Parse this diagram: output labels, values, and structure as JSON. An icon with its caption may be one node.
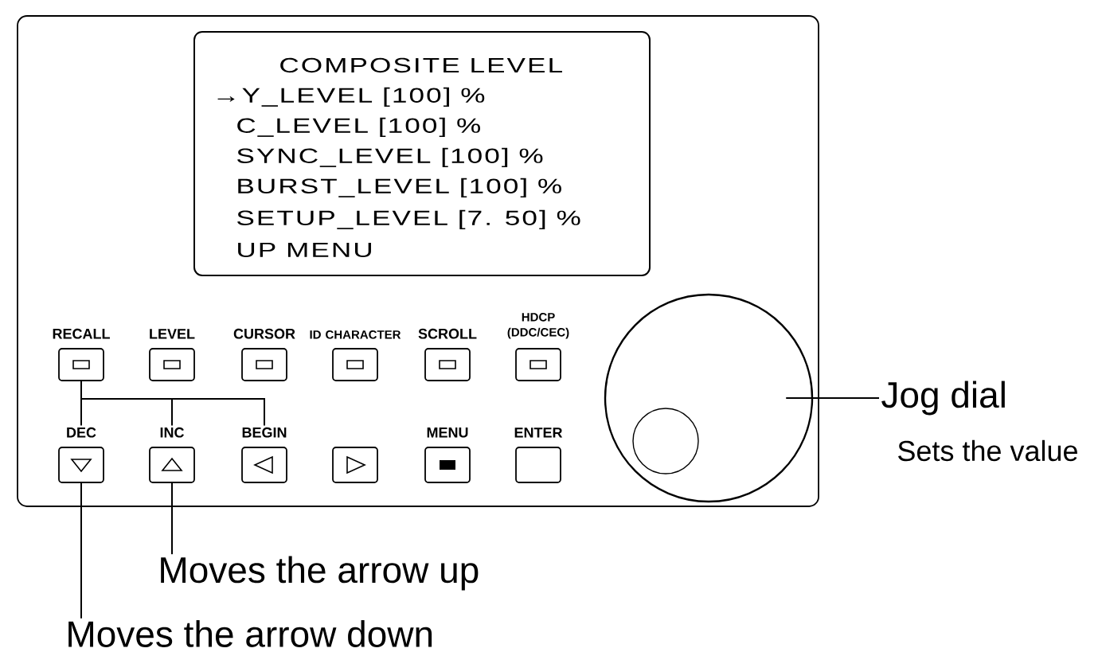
{
  "diagram": {
    "nodes": [
      {
        "text": [],
        "shape": "box"
      },
      {
        "text": [
          "COMPOSITE LEVEL",
          "→Y_LEVEL [100] %",
          "C_LEVEL [100] %",
          "SYNC_LEVEL [100] %",
          "BURST_LEVEL [100] %",
          "SETUP_LEVEL [7. 50] %",
          "UP MENU"
        ],
        "in": 0
      },
      {
        "text": [
          "RECALL"
        ],
        "in": 0
      },
      {
        "text": [
          "LEVEL"
        ],
        "in": 0
      },
      {
        "text": [
          "CURSOR"
        ],
        "in": 0
      },
      {
        "text": [
          "ID CHARACTER"
        ],
        "in": 0
      },
      {
        "text": [
          "SCROLL"
        ],
        "in": 0
      },
      {
        "text": [
          "HDCP (DDC/CEC)"
        ],
        "in": 0
      },
      {
        "text": [
          "DEC"
        ],
        "in": 0
      },
      {
        "text": [
          "INC"
        ],
        "in": 0
      },
      {
        "text": [
          "BEGIN"
        ],
        "in": 0
      },
      {
        "text": [],
        "shape": "box",
        "in": 0
      },
      {
        "text": [
          "MENU"
        ],
        "in": 0
      },
      {
        "text": [
          "ENTER"
        ],
        "in": 0
      },
      {
        "text": [],
        "shape": "circle",
        "in": 0
      },
      {
        "text": [
          "Jog dial"
        ],
        "beside": [
          "Sets the value"
        ]
      },
      {
        "text": [
          "Moves the arrow up"
        ]
      },
      {
        "text": [
          "Moves the arrow down"
        ]
      }
    ],
    "edges": [
      {
        "from": 2,
        "to": 8,
        "arrow": "none"
      },
      {
        "from": 2,
        "to": 9,
        "arrow": "none"
      },
      {
        "from": 2,
        "to": 10,
        "arrow": "none"
      },
      {
        "from": 15,
        "to": 14,
        "arrow": "none"
      },
      {
        "from": 16,
        "to": 9,
        "arrow": "none"
      },
      {
        "from": 17,
        "to": 8,
        "arrow": "none"
      }
    ]
  }
}
